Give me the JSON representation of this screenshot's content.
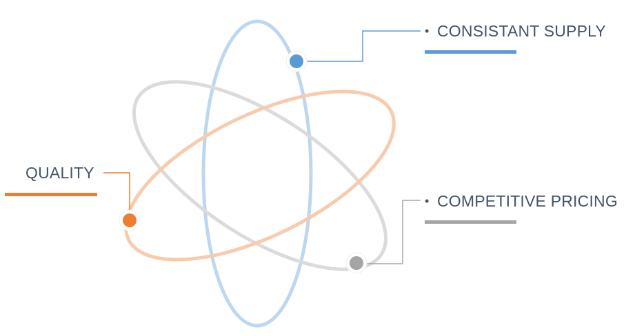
{
  "labels": {
    "consistant_supply": "CONSISTANT SUPPLY",
    "quality": "QUALITY",
    "competitive_pricing": "COMPETITIVE PRICING",
    "bullet": "•"
  },
  "colors": {
    "text": "#44546A",
    "blue": "#5B9BD5",
    "blue_orbit": "#BDD7EE",
    "orange": "#ED7D31",
    "orange_orbit": "#F8CBAD",
    "gray": "#A5A5A5",
    "gray_orbit": "#DBDBDB"
  },
  "icons": {
    "node": "circle-marker-icon"
  }
}
